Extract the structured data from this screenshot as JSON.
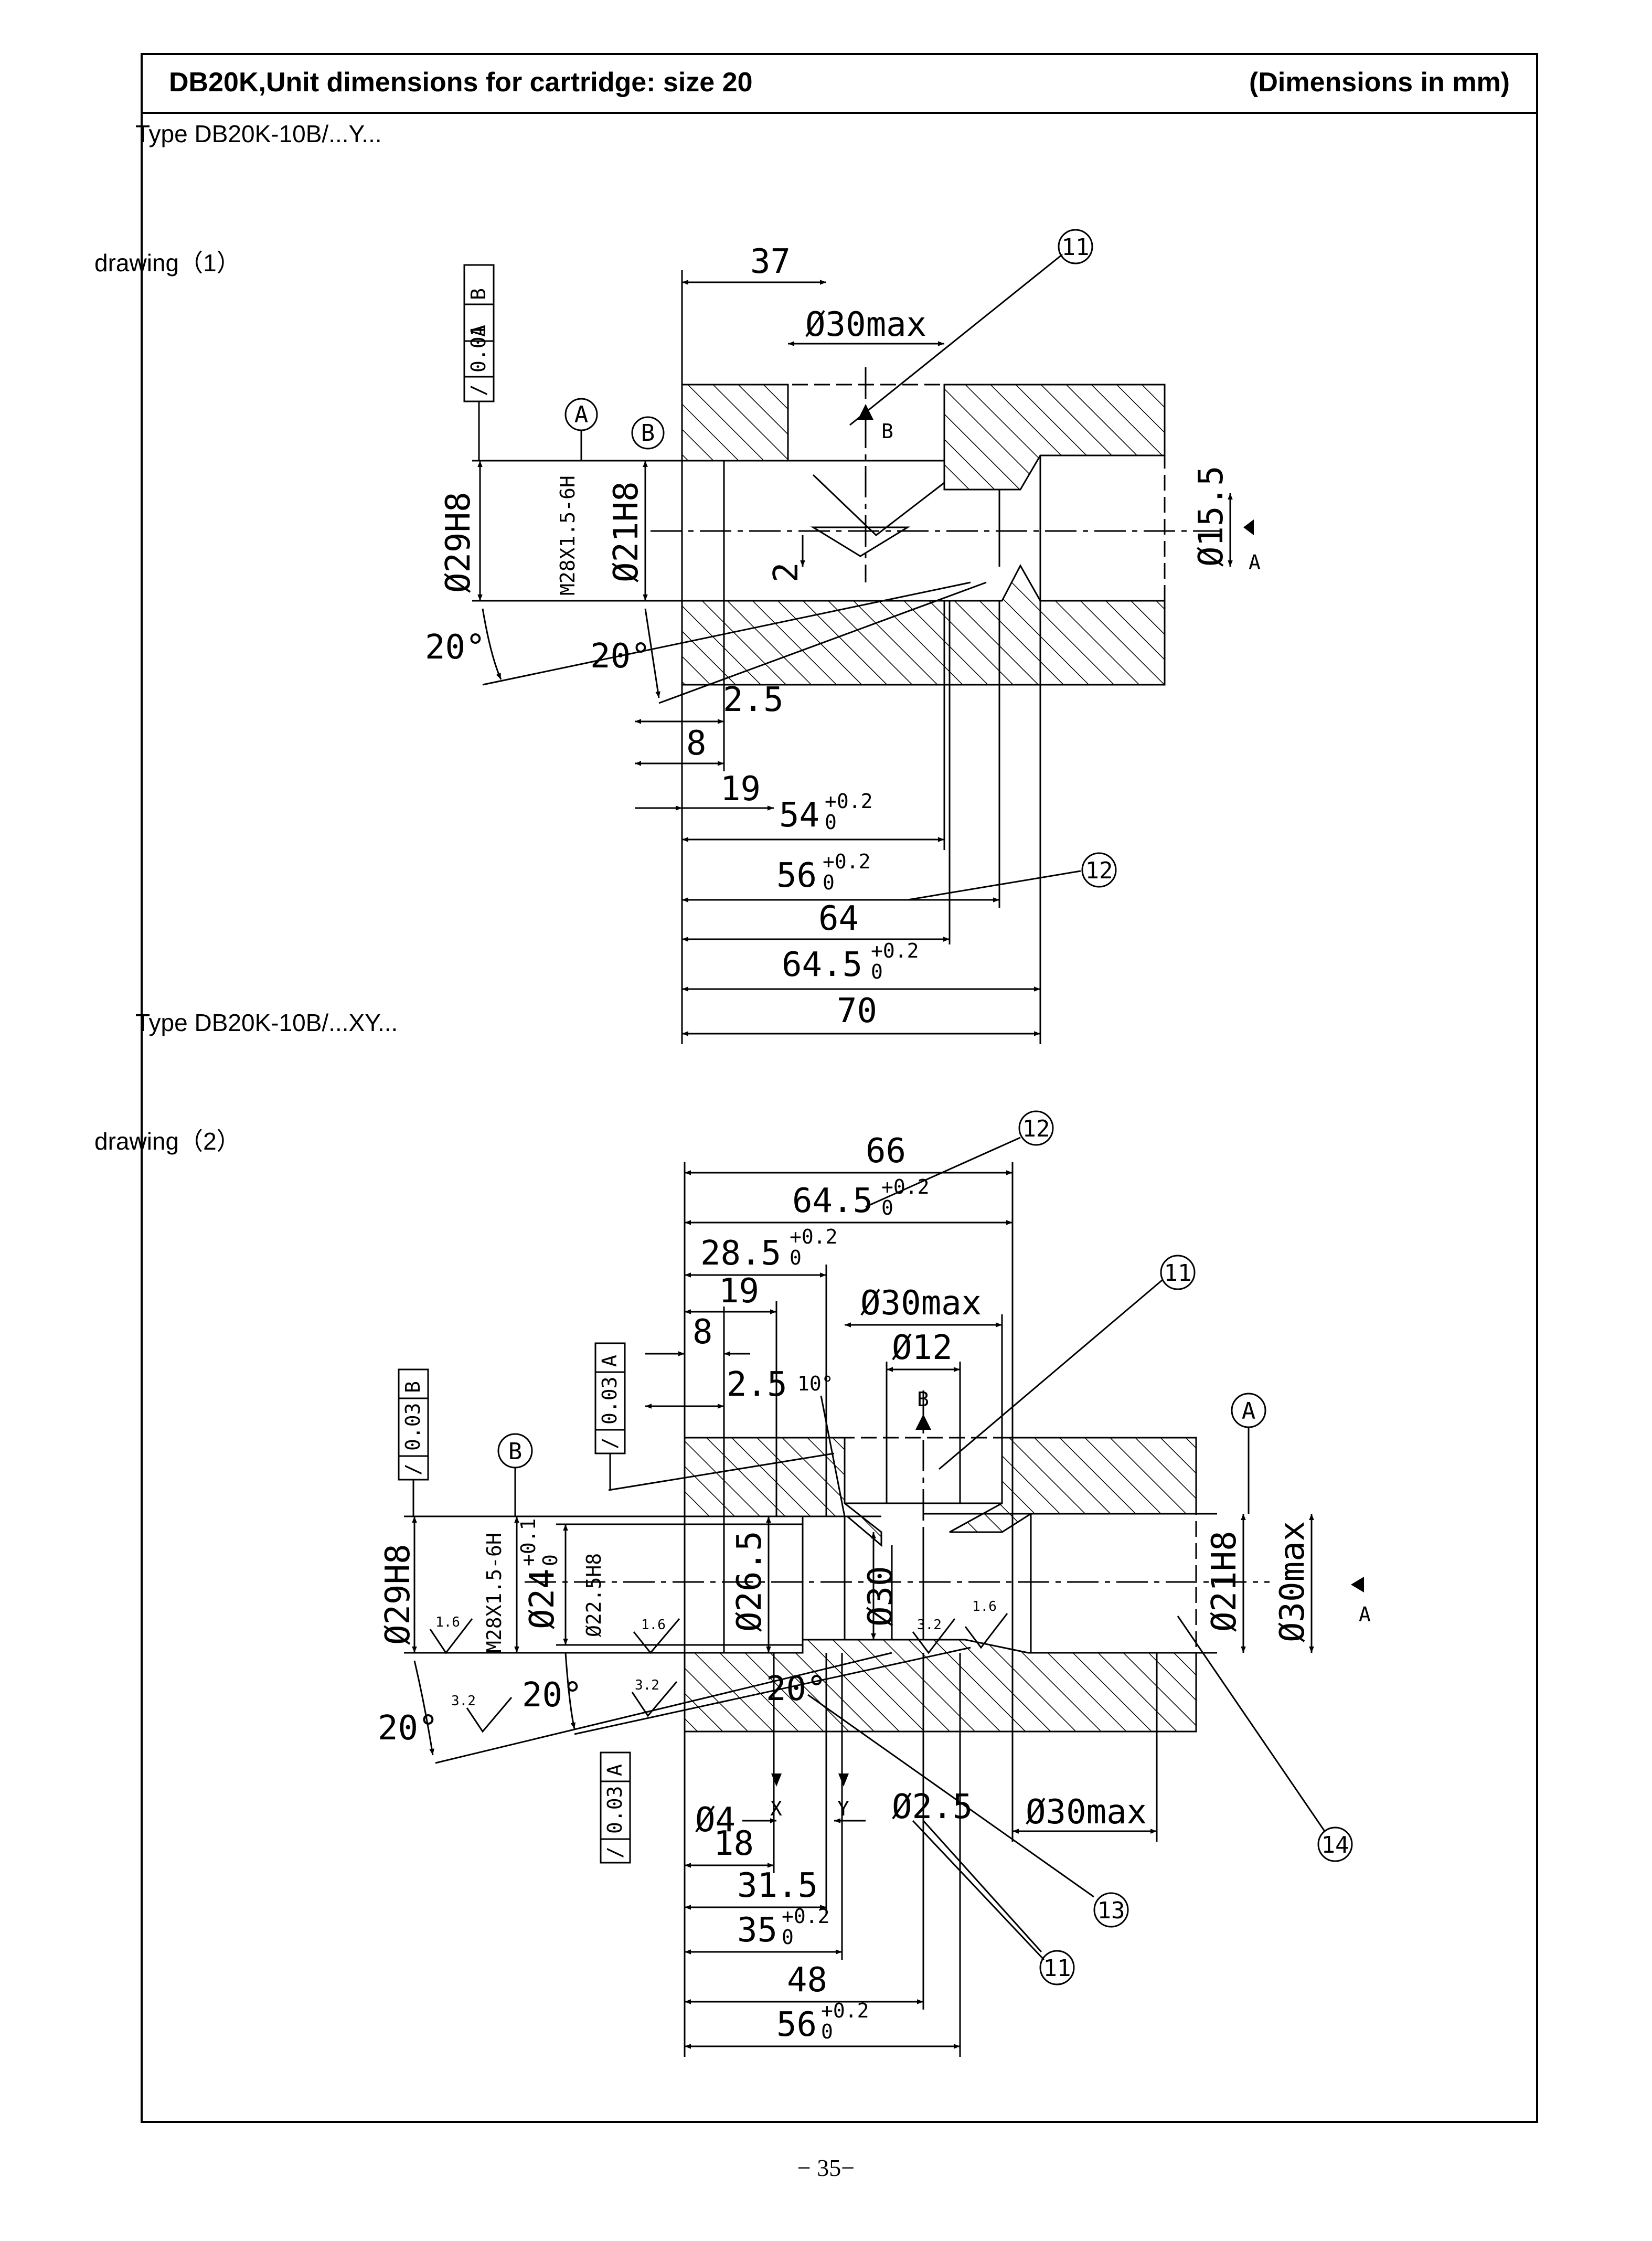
{
  "header": {
    "title": "DB20K,Unit dimensions for cartridge: size 20",
    "units_note": "(Dimensions in mm)"
  },
  "section1": {
    "type_label": "Type DB20K-10B/...Y...",
    "drawing_label": "drawing（1）",
    "dims": {
      "d37": "37",
      "d30max": "Ø30max",
      "d29h8": "Ø29H8",
      "m28": "M28X1.5-6H",
      "d21h8": "Ø21H8",
      "d2": "2",
      "d155": "Ø15.5",
      "d20a": "20°",
      "d20b": "20°",
      "d25": "2.5",
      "d8": "8",
      "d19": "19",
      "d54": "54",
      "d54tol": "+0.2",
      "d54low": "0",
      "d56": "56",
      "d56tol": "+0.2",
      "d56low": "0",
      "d64": "64",
      "d645": "64.5",
      "d645tol": "+0.2",
      "d645low": "0",
      "d70": "70"
    },
    "datum_a": "A",
    "datum_b": "B",
    "view_b": "B",
    "view_a": "A",
    "fcf": {
      "sym": "/",
      "tol": "0.01",
      "ref1": "A",
      "ref2": "B"
    },
    "callouts": {
      "c11": "11",
      "c12": "12"
    }
  },
  "section2": {
    "type_label": "Type DB20K-10B/...XY...",
    "drawing_label": "drawing（2）",
    "dims": {
      "d66": "66",
      "d645": "64.5",
      "d645tol": "+0.2",
      "d645low": "0",
      "d285": "28.5",
      "d285tol": "+0.2",
      "d285low": "0",
      "d19": "19",
      "d8": "8",
      "d25": "2.5",
      "d10": "10°",
      "d30max": "Ø30max",
      "d12": "Ø12",
      "d29h8": "Ø29H8",
      "m28": "M28X1.5-6H",
      "d24": "Ø24",
      "d24tol": "+0.1",
      "d24low": "0",
      "d225": "Ø22.5H8",
      "d265": "Ø26.5",
      "d30": "Ø30",
      "d21h8": "Ø21H8",
      "d30maxr": "Ø30max",
      "d20a": "20°",
      "d20b": "20°",
      "d20c": "20°",
      "d4": "Ø4",
      "d25b": "Ø2.5",
      "d30maxb": "Ø30max",
      "d18": "18",
      "d315": "31.5",
      "d35": "35",
      "d35tol": "+0.2",
      "d35low": "0",
      "d48": "48",
      "d56": "56",
      "d56tol": "+0.2",
      "d56low": "0",
      "r16a": "1.6",
      "r16b": "1.6",
      "r16c": "1.6",
      "r32a": "3.2",
      "r32b": "3.2",
      "r32c": "3.2"
    },
    "datum_a": "A",
    "datum_b": "B",
    "view_b": "B",
    "view_a": "A",
    "port_x": "X",
    "port_y": "Y",
    "fcf1": {
      "sym": "/",
      "tol": "0.03",
      "ref": "B"
    },
    "fcf2": {
      "sym": "/",
      "tol": "0.03",
      "ref": "A"
    },
    "fcf3": {
      "sym": "/",
      "tol": "0.03",
      "ref": "A"
    },
    "callouts": {
      "c12": "12",
      "c11a": "11",
      "c14": "14",
      "c13": "13",
      "c11b": "11"
    }
  },
  "page_number": "− 35−"
}
